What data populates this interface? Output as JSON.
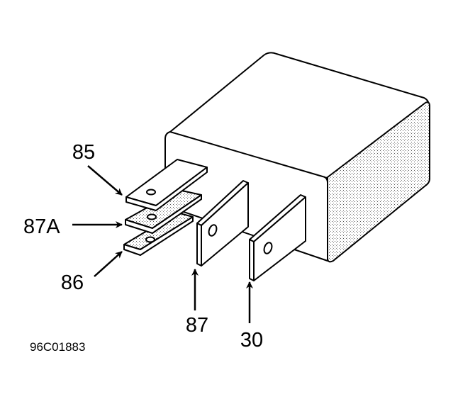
{
  "diagram": {
    "subject": "relay",
    "terminals": [
      {
        "id": "t85",
        "label": "85"
      },
      {
        "id": "t87a",
        "label": "87A"
      },
      {
        "id": "t86",
        "label": "86"
      },
      {
        "id": "t87",
        "label": "87"
      },
      {
        "id": "t30",
        "label": "30"
      }
    ],
    "figure_code": "96C01883"
  }
}
